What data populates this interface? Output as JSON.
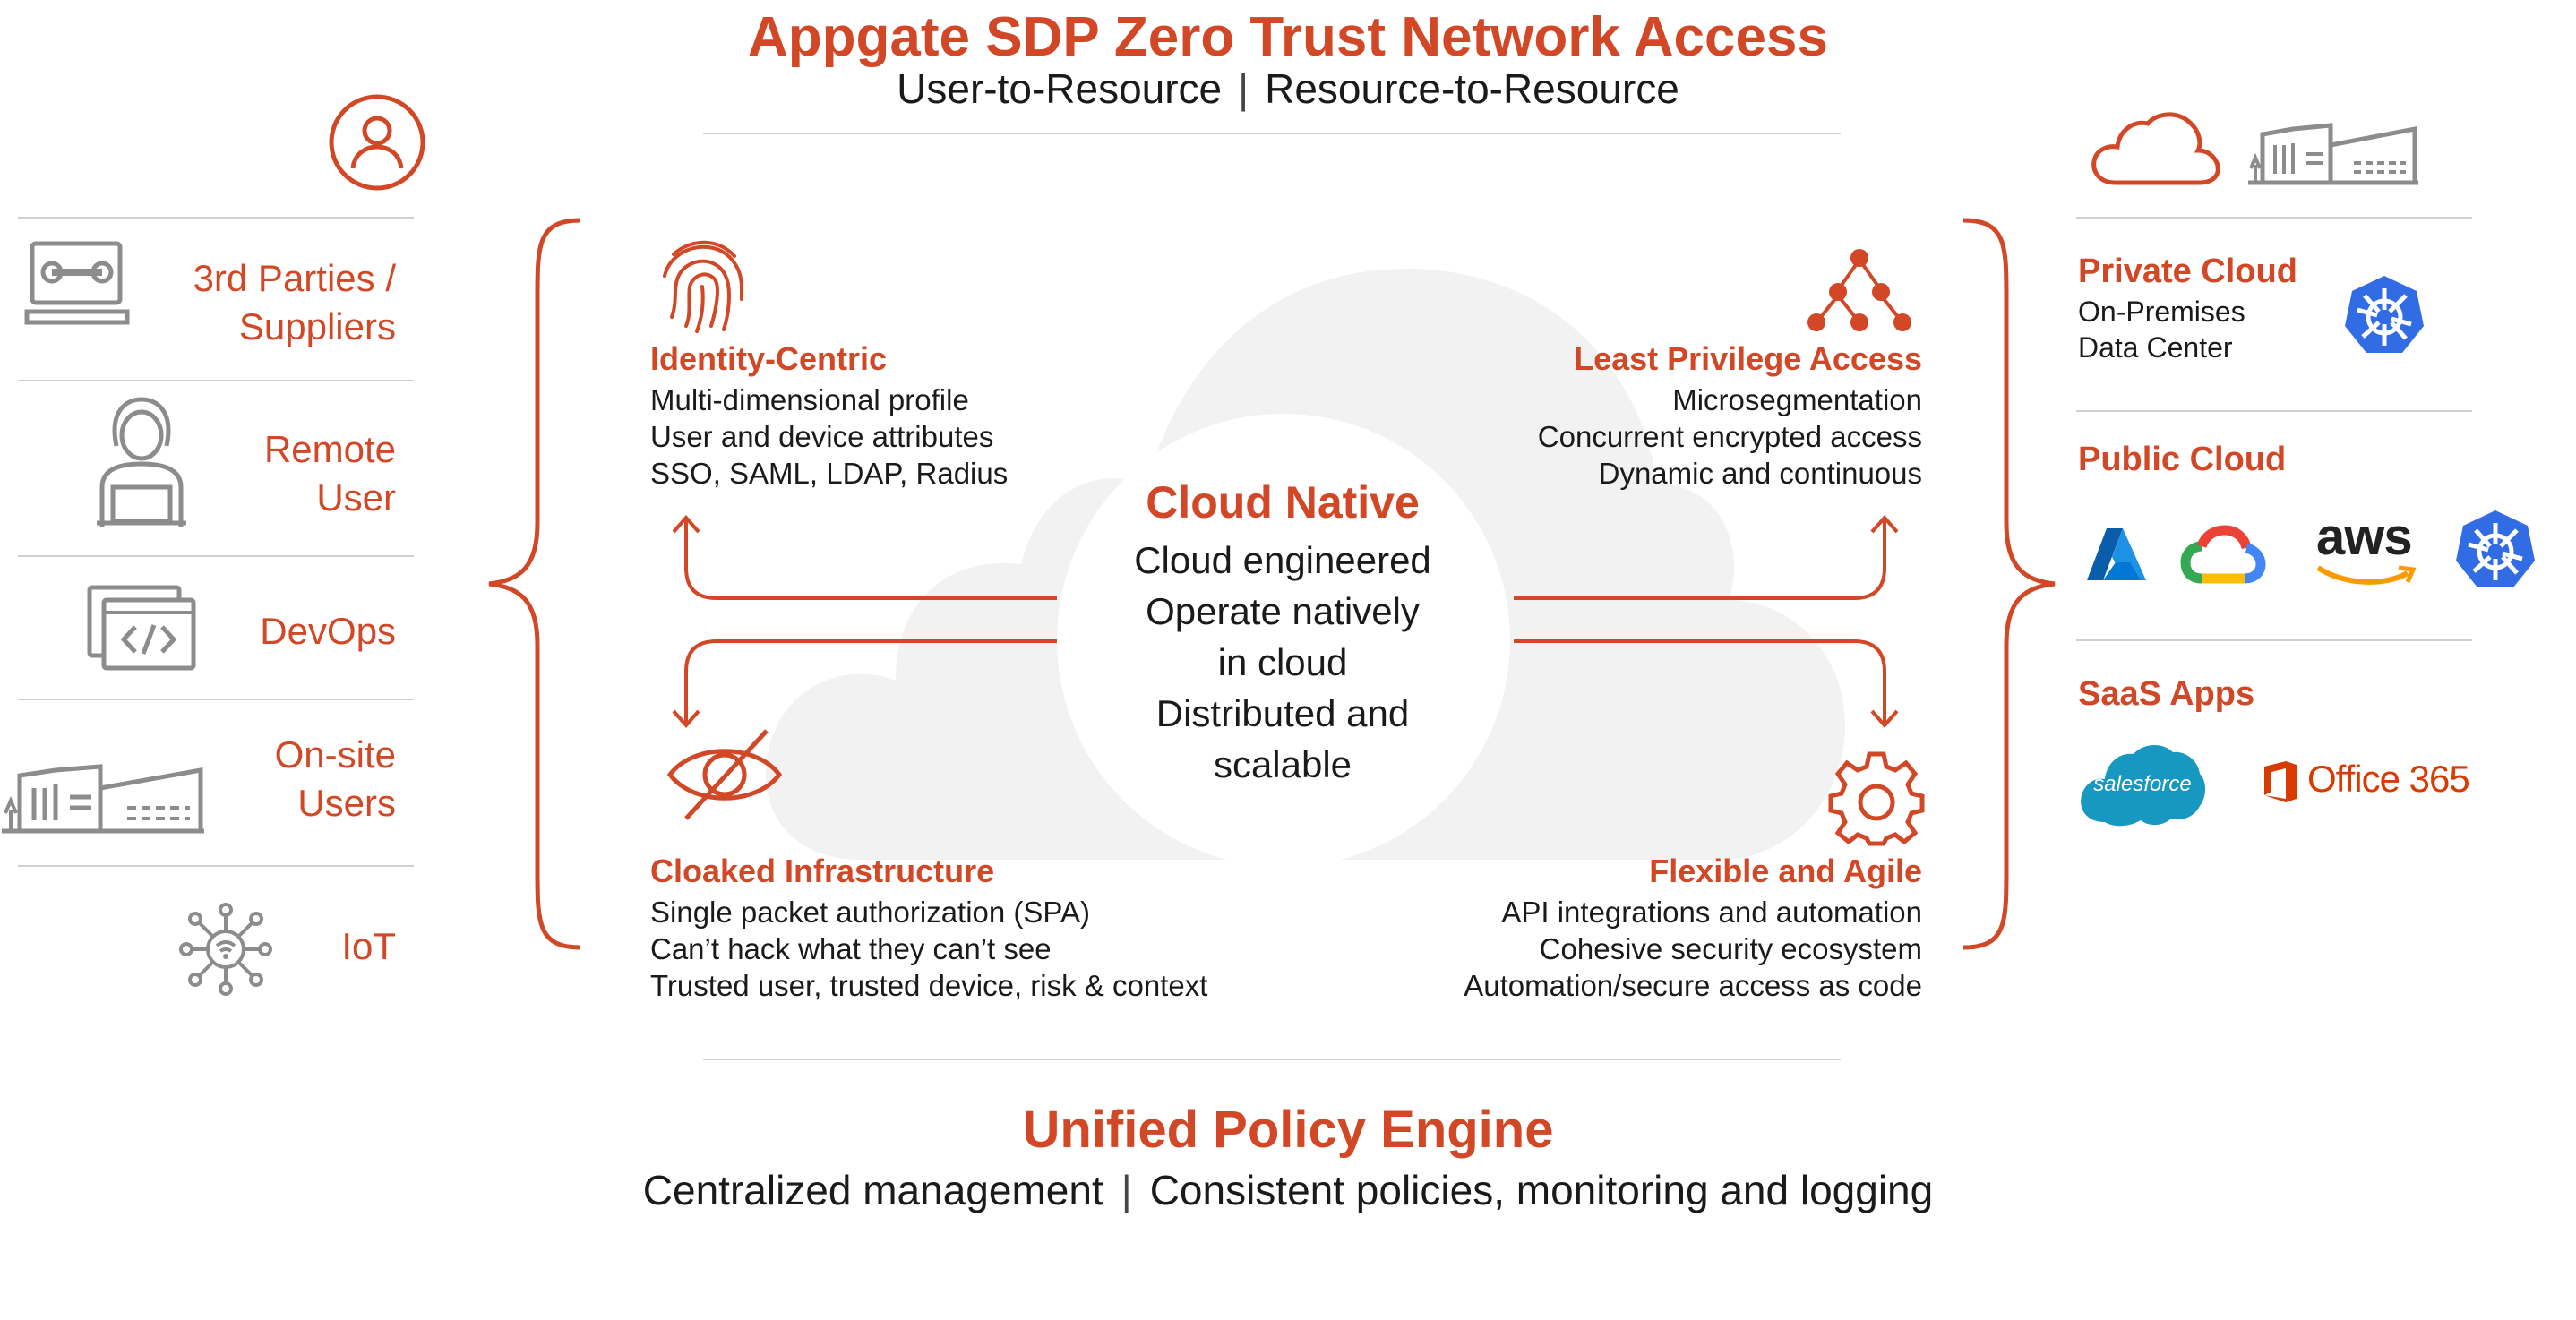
{
  "header": {
    "title": "Appgate SDP Zero Trust Network Access",
    "subtitle_left": "User-to-Resource",
    "subtitle_sep": "|",
    "subtitle_right": "Resource-to-Resource"
  },
  "users": [
    {
      "label_lines": [
        "3rd Parties /",
        "Suppliers"
      ],
      "icon": "laptop-wrench-icon"
    },
    {
      "label_lines": [
        "Remote",
        "User"
      ],
      "icon": "remote-user-icon"
    },
    {
      "label_lines": [
        "DevOps"
      ],
      "icon": "code-window-icon"
    },
    {
      "label_lines": [
        "On-site",
        "Users"
      ],
      "icon": "office-building-icon"
    },
    {
      "label_lines": [
        "IoT"
      ],
      "icon": "iot-network-icon"
    }
  ],
  "features": {
    "identity": {
      "title": "Identity-Centric",
      "lines": [
        "Multi-dimensional profile",
        "User and device attributes",
        "SSO, SAML, LDAP, Radius"
      ],
      "icon": "fingerprint-icon"
    },
    "least_privilege": {
      "title": "Least Privilege Access",
      "lines": [
        "Microsegmentation",
        "Concurrent encrypted access",
        "Dynamic and continuous"
      ],
      "icon": "hierarchy-icon"
    },
    "cloaked": {
      "title": "Cloaked Infrastructure",
      "lines": [
        "Single packet authorization (SPA)",
        "Can’t hack what they can’t see",
        "Trusted user, trusted device, risk & context"
      ],
      "icon": "eye-slash-icon"
    },
    "flexible": {
      "title": "Flexible and Agile",
      "lines": [
        "API integrations and automation",
        "Cohesive security ecosystem",
        "Automation/secure access as code"
      ],
      "icon": "gear-icon"
    }
  },
  "cloud_native": {
    "title": "Cloud Native",
    "lines": [
      "Cloud engineered",
      "Operate natively",
      "in cloud",
      "Distributed and",
      "scalable"
    ]
  },
  "resources": {
    "private_cloud": {
      "title": "Private Cloud",
      "lines": [
        "On-Premises",
        "Data Center"
      ]
    },
    "public_cloud": {
      "title": "Public Cloud"
    },
    "saas": {
      "title": "SaaS Apps",
      "salesforce": "salesforce",
      "office": "Office 365"
    },
    "aws_label": "aws"
  },
  "footer": {
    "title": "Unified Policy Engine",
    "sub_left": "Centralized management",
    "sub_sep": "|",
    "sub_right": "Consistent policies, monitoring and logging"
  },
  "colors": {
    "accent": "#d24726",
    "gray_icon": "#8c8c8c",
    "cloud_bg": "#f2f2f2",
    "kubernetes": "#326ce5",
    "azure": "#0078d4",
    "salesforce": "#1798c1",
    "office": "#d83b01",
    "aws_orange": "#ff9900"
  }
}
